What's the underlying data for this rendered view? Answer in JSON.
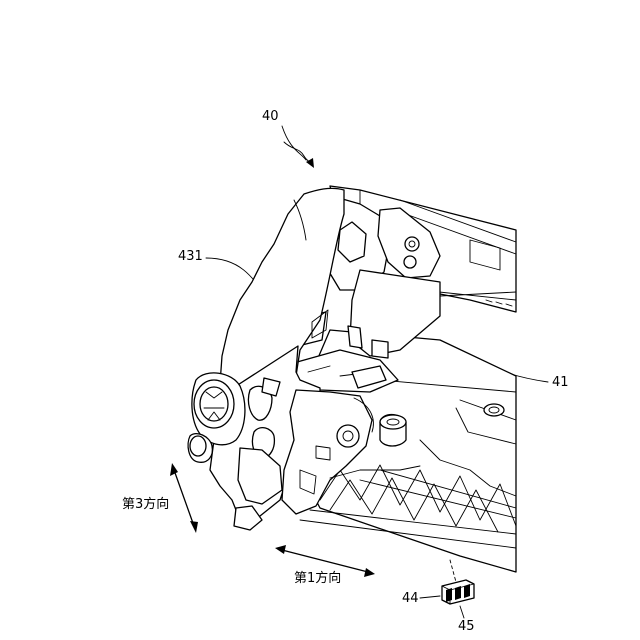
{
  "labels": {
    "unit_40": "40",
    "housing_431": "431",
    "frame_41": "41",
    "part_44": "44",
    "part_45": "45",
    "dir_third": "第3方向",
    "dir_first": "第1方向"
  }
}
